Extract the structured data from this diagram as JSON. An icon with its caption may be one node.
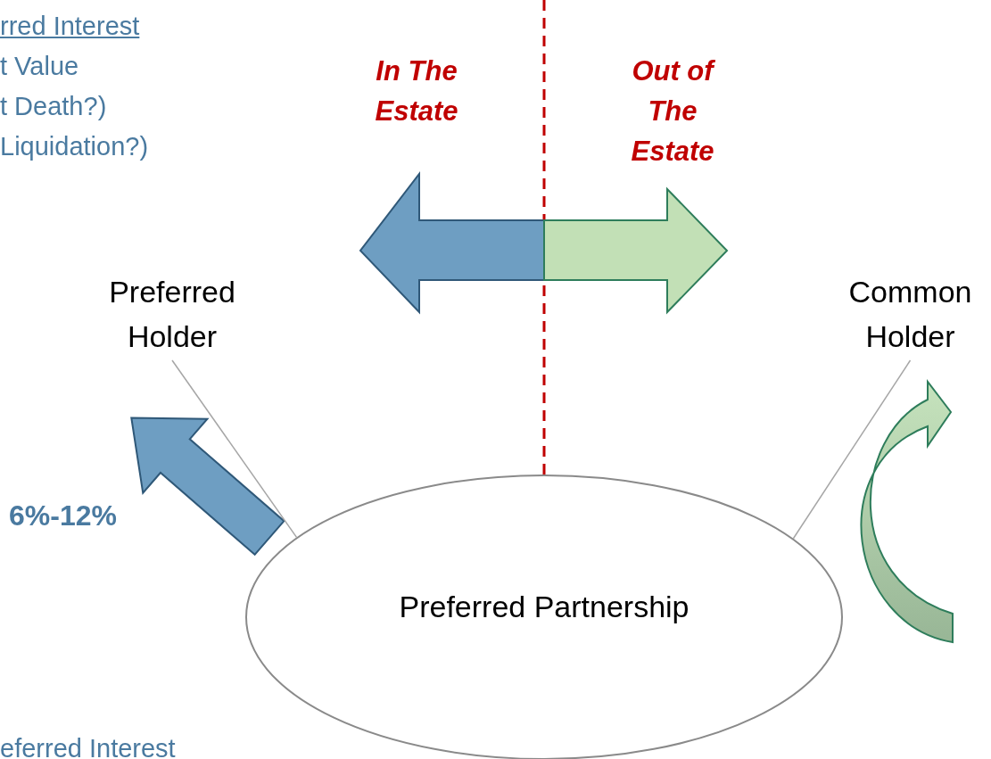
{
  "diagram": {
    "nodes": [
      {
        "text": [
          "Preferred Holder"
        ]
      },
      {
        "text": [
          "Common Holder"
        ]
      },
      {
        "text": [
          "Preferred Partnership"
        ]
      }
    ],
    "edges": [
      {
        "from": 0,
        "to": 2,
        "arrow": "none"
      },
      {
        "from": 1,
        "to": 2,
        "arrow": "none"
      }
    ],
    "labels": [
      "rred Interest",
      "t Value",
      "t Death?)",
      "Liquidation?)",
      "In The Estate",
      "Out of The Estate",
      "6%-12%",
      "eferred Interest"
    ]
  }
}
